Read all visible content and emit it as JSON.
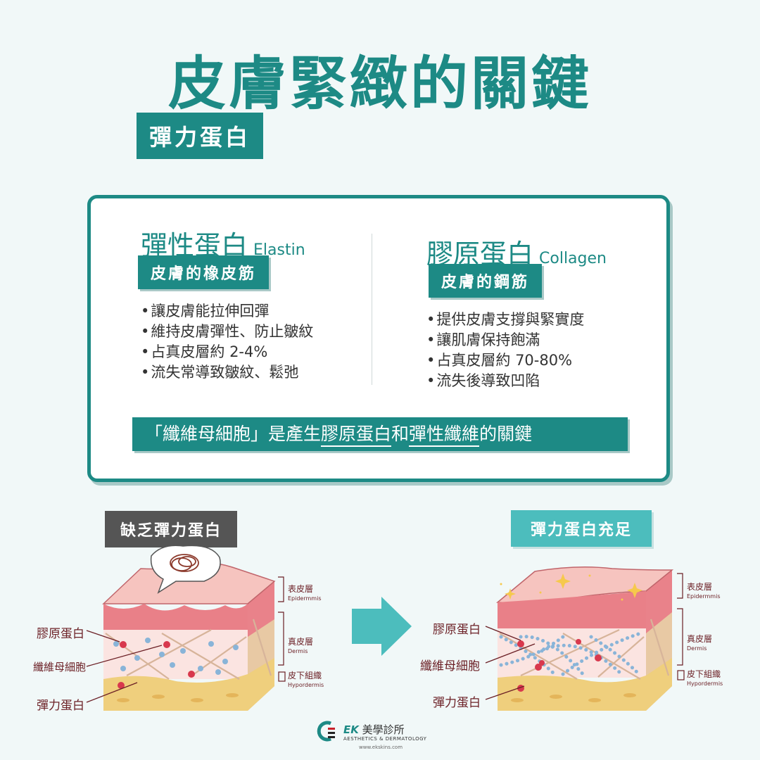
{
  "title": "皮膚緊緻的關鍵",
  "subtitle": "彈力蛋白",
  "elastin": {
    "name": "彈性蛋白",
    "name_en": "Elastin",
    "tag": "皮膚的橡皮筋",
    "points": [
      "讓皮膚能拉伸回彈",
      "維持皮膚彈性、防止皺紋",
      "占真皮層約 2-4%",
      "流失常導致皺紋、鬆弛"
    ]
  },
  "collagen": {
    "name": "膠原蛋白",
    "name_en": "Collagen",
    "tag": "皮膚的鋼筋",
    "points": [
      "提供皮膚支撐與緊實度",
      "讓肌膚保持飽滿",
      "占真皮層約 70-80%",
      "流失後導致凹陷"
    ]
  },
  "banner": {
    "part1": "「纖維母細胞」是產生",
    "part2": "膠原蛋白",
    "part3": "和",
    "part4": "彈性纖維",
    "part5": "的關鍵"
  },
  "left_panel": {
    "state": "缺乏彈力蛋白",
    "labels": [
      "膠原蛋白",
      "纖維母細胞",
      "彈力蛋白"
    ]
  },
  "right_panel": {
    "state": "彈力蛋白充足",
    "labels": [
      "膠原蛋白",
      "纖維母細胞",
      "彈力蛋白"
    ]
  },
  "layers": {
    "epidermis": "表皮層",
    "epidermis_en": "Epidermmis",
    "dermis": "真皮層",
    "dermis_en": "Dermis",
    "hypodermis": "皮下組織",
    "hypodermis_en": "Hypordermis"
  },
  "logo": {
    "mark": "EK",
    "name": "美學診所",
    "tagline": "AESTHETICS & DERMATOLOGY",
    "url": "www.ekskins.com"
  },
  "colors": {
    "primary": "#1d8a85",
    "accent": "#4cbdbd",
    "gray_tag": "#555555",
    "background": "#f1f8f8"
  }
}
